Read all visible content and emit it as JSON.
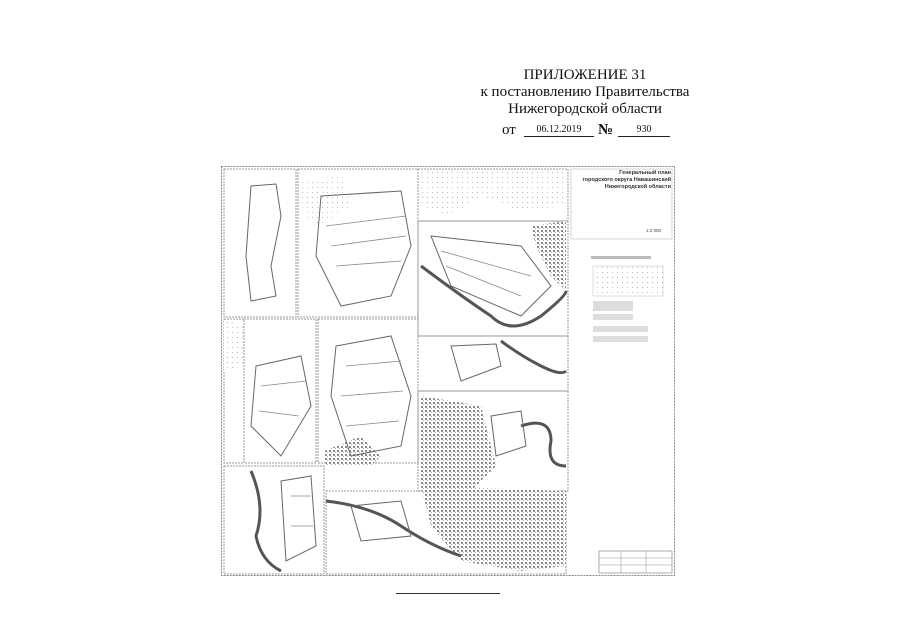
{
  "header": {
    "line1": "ПРИЛОЖЕНИЕ 31",
    "line2": "к постановлению Правительства",
    "line3": "Нижегородской области",
    "from_label": "от",
    "date": "06.12.2019",
    "number_sign": "№",
    "number": "930"
  },
  "map": {
    "title_line1": "Генеральный план",
    "title_line2": "городского округа Навашинский",
    "title_line3": "Нижегородской области",
    "scale": "1:2 000",
    "hatch_color": "#8a8a8a",
    "line_color": "#444444"
  }
}
